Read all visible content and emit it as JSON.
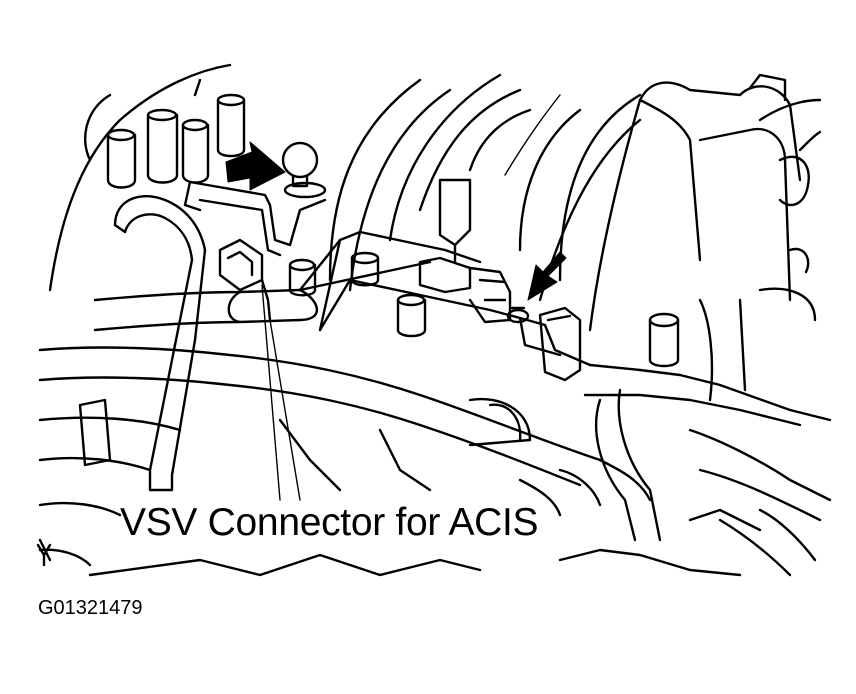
{
  "diagram": {
    "caption": "VSV Connector for ACIS",
    "figure_id": "G01321479",
    "colors": {
      "line": "#000000",
      "background": "#ffffff",
      "arrow_fill": "#000000"
    },
    "callouts": [
      {
        "name": "upper-left-arrow",
        "icon": "black-arrow-icon"
      },
      {
        "name": "right-arrow",
        "icon": "black-arrow-icon"
      }
    ]
  }
}
